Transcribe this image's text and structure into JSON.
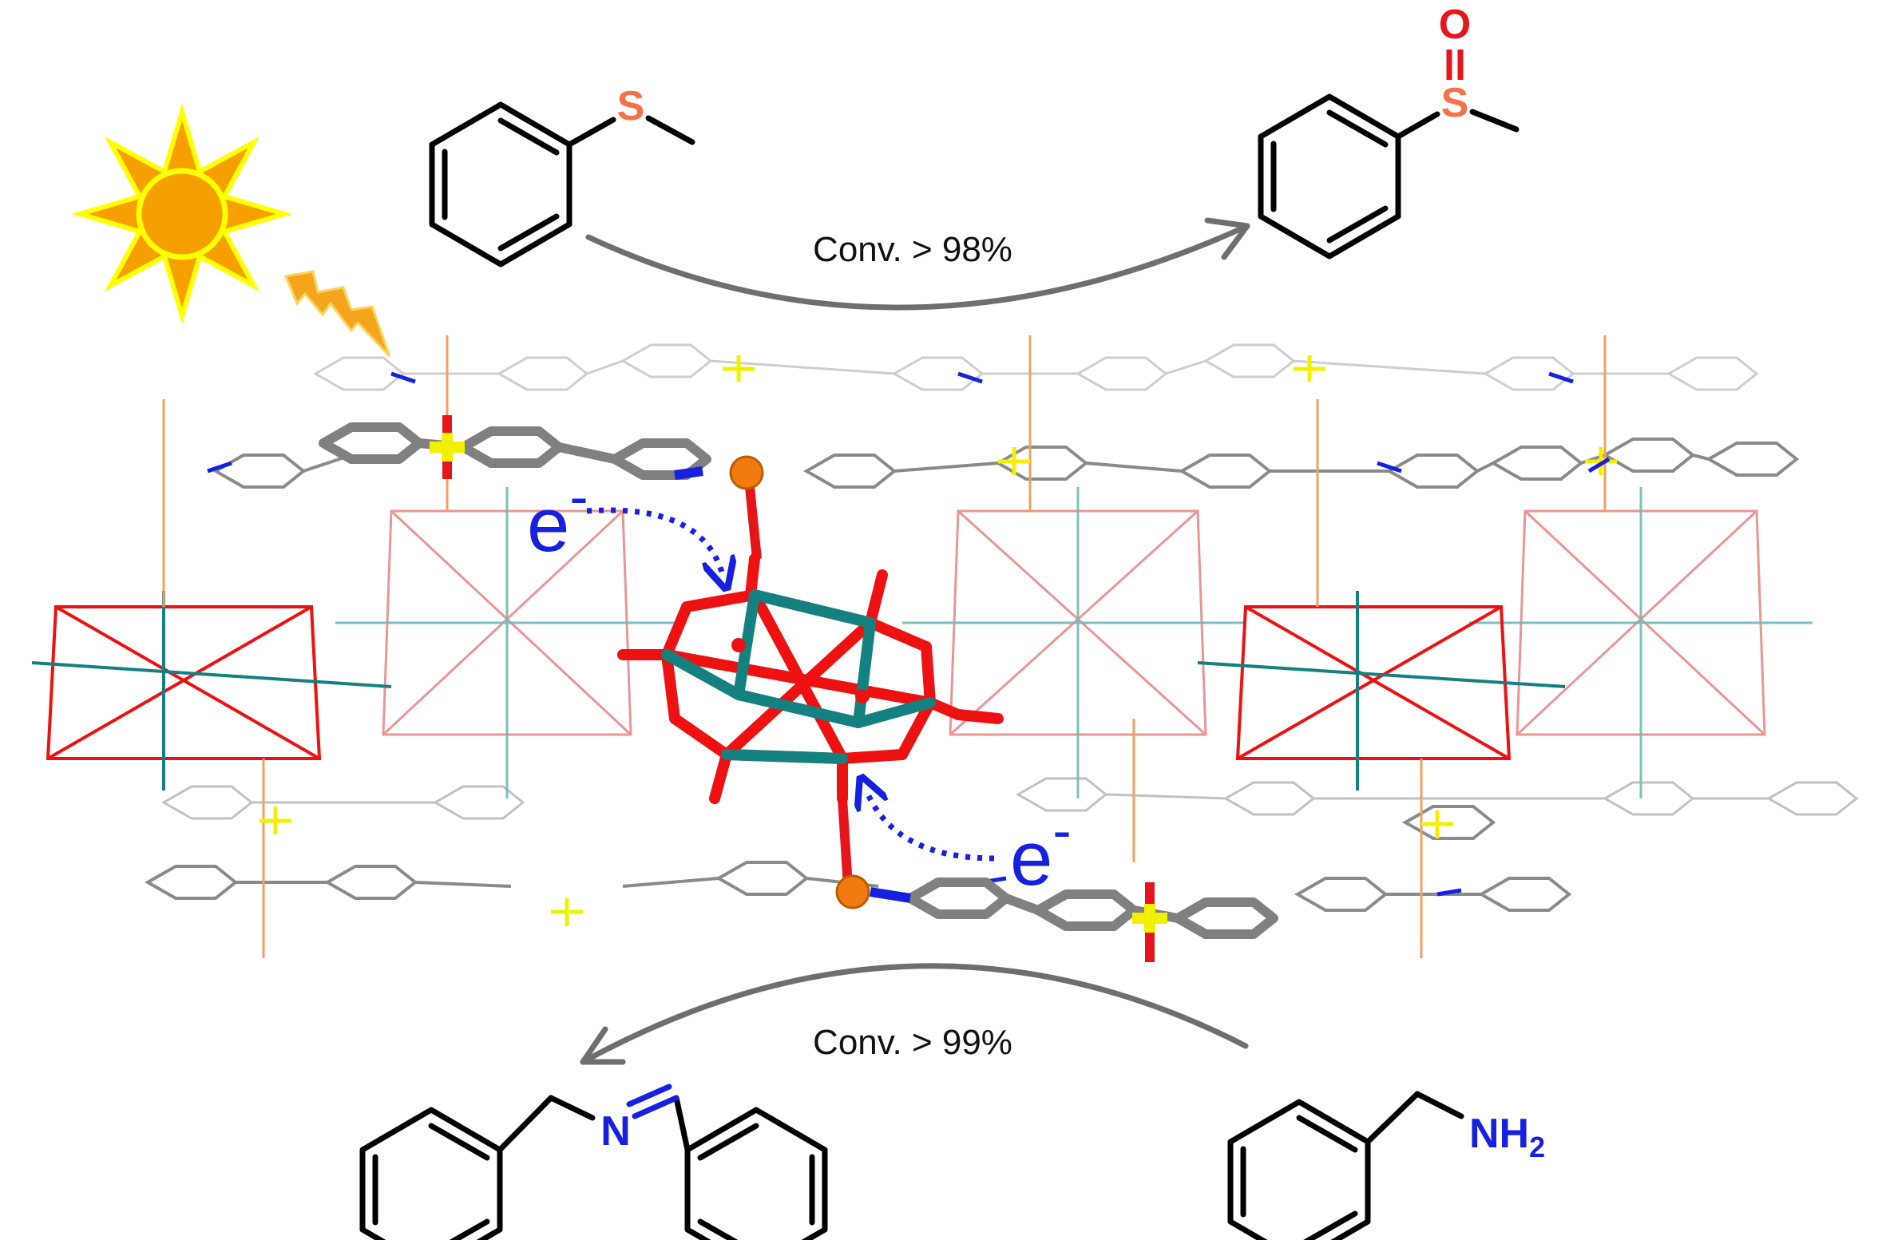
{
  "reactions": {
    "top": {
      "conversion_label": "Conv. > 98%",
      "reactant_atom": "S",
      "product_atoms": {
        "sulfur": "S",
        "oxygen": "O"
      }
    },
    "bottom": {
      "conversion_label": "Conv. > 99%",
      "reactant_group": {
        "main": "NH",
        "subscript": "2"
      },
      "product_atom": "N"
    }
  },
  "electron_labels": [
    {
      "symbol": "e",
      "charge": "-"
    },
    {
      "symbol": "e",
      "charge": "-"
    }
  ],
  "icons": [
    "sun-icon",
    "lightning-icon"
  ],
  "colors": {
    "sulfur": "#f5714a",
    "oxygen": "#e6141b",
    "nitrogen": "#1620e0",
    "arrow": "#6e6e6e",
    "electron": "#1620e0",
    "sun_outer": "#ffff00",
    "sun_inner": "#f5a000",
    "cluster_metal": "#158080",
    "cluster_oxygen": "#ee1111",
    "framework_gray": "#8a8a8a",
    "metal_node": "#f07c10",
    "sulfone_yellow": "#f0f000"
  }
}
